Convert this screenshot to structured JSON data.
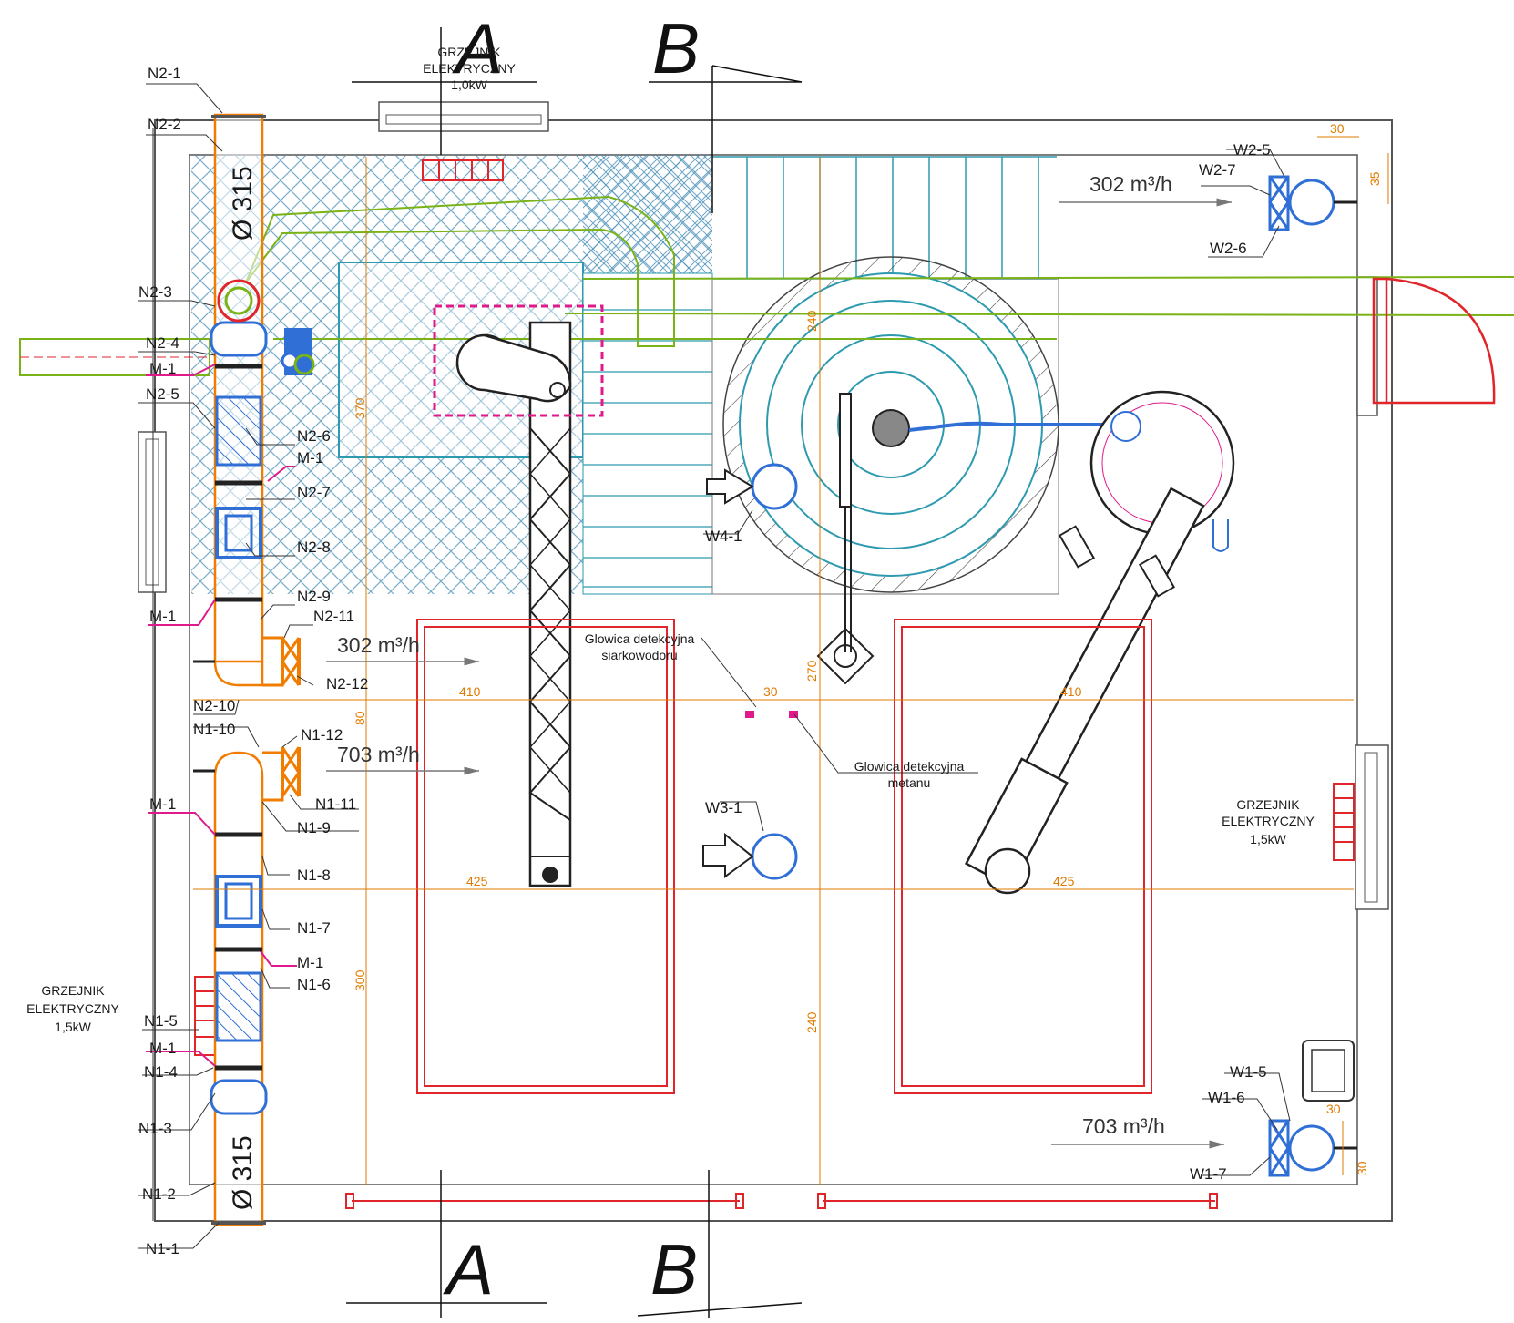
{
  "sections": {
    "a_top": "A",
    "b_top": "B",
    "a_bottom": "A",
    "b_bottom": "B"
  },
  "heaters": {
    "top": {
      "line1": "GRZEJNIK",
      "line2": "ELEKTRYCZNY",
      "line3": "1,0kW"
    },
    "right": {
      "line1": "GRZEJNIK",
      "line2": "ELEKTRYCZNY",
      "line3": "1,5kW"
    },
    "left": {
      "line1": "GRZEJNIK",
      "line2": "ELEKTRYCZNY",
      "line3": "1,5kW"
    }
  },
  "duct": {
    "diameter_top": "Ø 315",
    "diameter_bottom": "Ø 315"
  },
  "flows": {
    "n2": "302 m³/h",
    "n1": "703 m³/h",
    "w2": "302 m³/h",
    "w1": "703 m³/h"
  },
  "sensors": {
    "h2s_line1": "Glowica detekcyjna",
    "h2s_line2": "siarkowodoru",
    "ch4_line1": "Glowica detekcyjna",
    "ch4_line2": "metanu"
  },
  "labels_n2": [
    "N2-1",
    "N2-2",
    "N2-3",
    "N2-4",
    "M-1",
    "N2-5",
    "N2-6",
    "M-1",
    "N2-7",
    "N2-8",
    "M-1",
    "N2-9",
    "N2-11",
    "N2-12",
    "N2-10"
  ],
  "labels_n1": [
    "N1-10",
    "N1-12",
    "N1-11",
    "M-1",
    "N1-9",
    "N1-8",
    "N1-7",
    "M-1",
    "N1-6",
    "N1-5",
    "M-1",
    "N1-4",
    "N1-3",
    "N1-2",
    "N1-1"
  ],
  "labels_w": [
    "W2-5",
    "W2-7",
    "W2-6",
    "W4-1",
    "W3-1",
    "W1-5",
    "W1-6",
    "W1-7"
  ],
  "dimensions": [
    "30",
    "35",
    "240",
    "370",
    "270",
    "30",
    "410",
    "410",
    "80",
    "425",
    "425",
    "300",
    "240",
    "30",
    "30"
  ],
  "colors": {
    "duct": "#f07d00",
    "blue": "#2f6fd6",
    "red": "#e0262b",
    "green": "#7ab317",
    "teal": "#2e9ab0",
    "magenta": "#e01a8a",
    "hatch": "#4a90b8",
    "wall": "#555555"
  }
}
